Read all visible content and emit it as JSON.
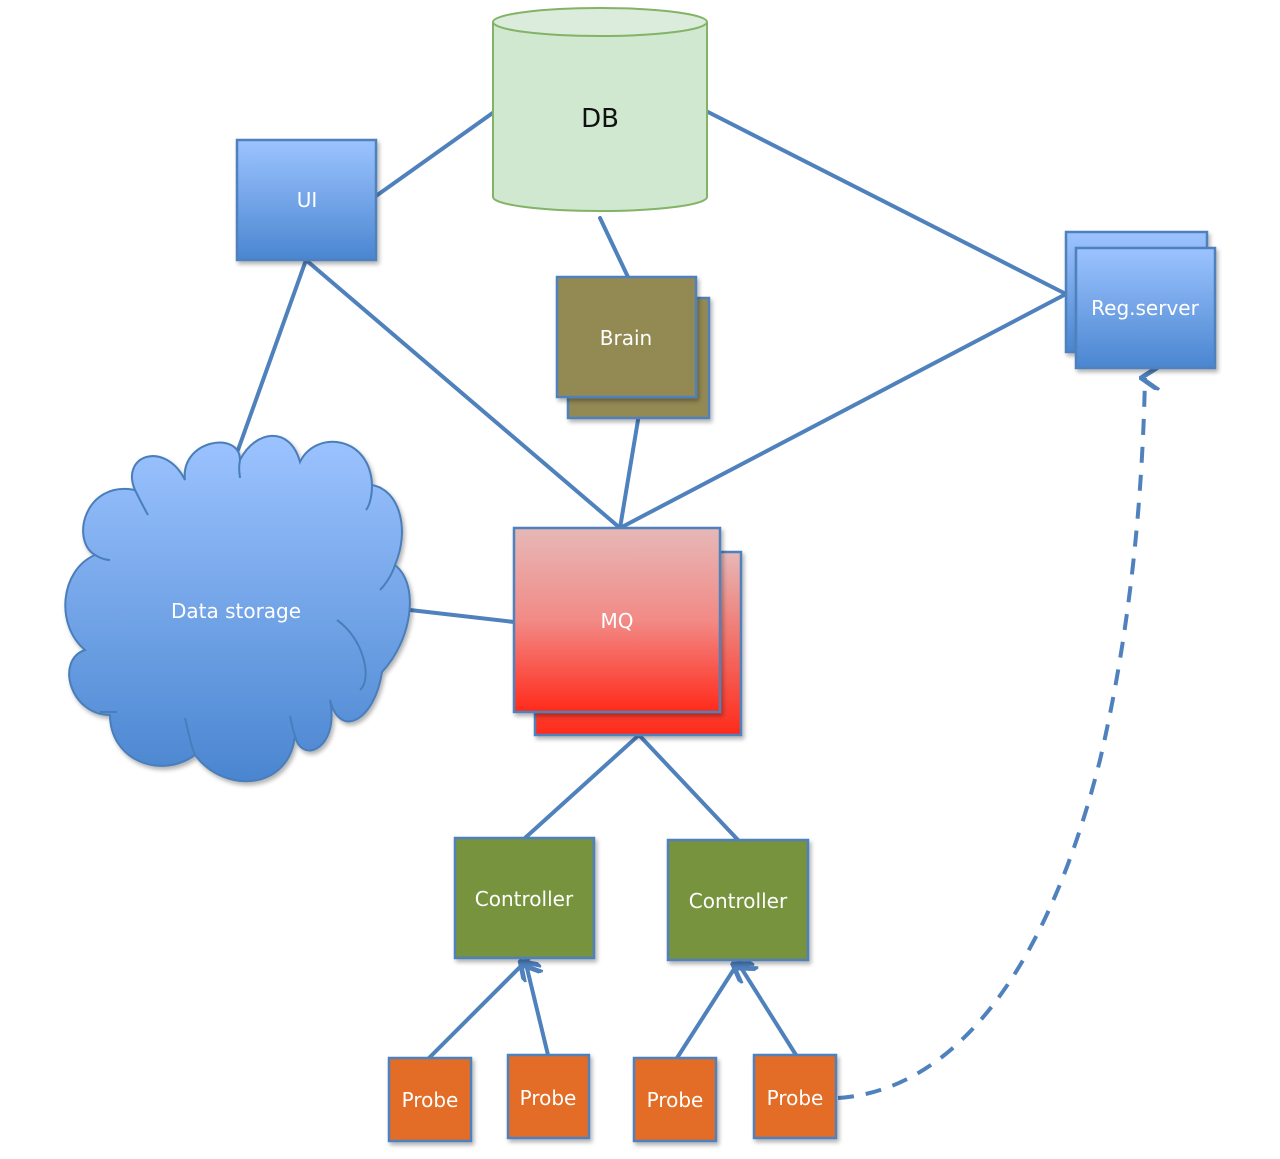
{
  "diagram": {
    "nodes": {
      "db": {
        "label": "DB",
        "shape": "cylinder",
        "fill": "#d0e8d0",
        "stroke": "#82b366"
      },
      "ui": {
        "label": "UI",
        "shape": "box",
        "fill_top": "#9cc3ff",
        "fill_bottom": "#4a86d0"
      },
      "brain": {
        "label": "Brain",
        "shape": "stacked-box",
        "fill": "#938953"
      },
      "reg_server": {
        "label": "Reg.server",
        "shape": "stacked-box",
        "fill_top": "#9cc3ff",
        "fill_bottom": "#4a86d0"
      },
      "data_storage": {
        "label": "Data storage",
        "shape": "cloud",
        "fill_top": "#9cc3ff",
        "fill_bottom": "#4a86d0"
      },
      "mq": {
        "label": "MQ",
        "shape": "stacked-box",
        "fill_top": "#e6b8b7",
        "fill_bottom": "#ff2a1a"
      },
      "controller_1": {
        "label": "Controller",
        "shape": "box",
        "fill": "#77933c"
      },
      "controller_2": {
        "label": "Controller",
        "shape": "box",
        "fill": "#77933c"
      },
      "probe_1": {
        "label": "Probe",
        "shape": "box",
        "fill": "#e36c25"
      },
      "probe_2": {
        "label": "Probe",
        "shape": "box",
        "fill": "#e36c25"
      },
      "probe_3": {
        "label": "Probe",
        "shape": "box",
        "fill": "#e36c25"
      },
      "probe_4": {
        "label": "Probe",
        "shape": "box",
        "fill": "#e36c25"
      }
    },
    "edges": [
      {
        "from": "ui",
        "to": "db",
        "style": "solid"
      },
      {
        "from": "db",
        "to": "reg_server",
        "style": "solid"
      },
      {
        "from": "db",
        "to": "brain",
        "style": "solid"
      },
      {
        "from": "ui",
        "to": "data_storage",
        "style": "solid"
      },
      {
        "from": "ui",
        "to": "mq",
        "style": "solid"
      },
      {
        "from": "brain",
        "to": "mq",
        "style": "solid"
      },
      {
        "from": "reg_server",
        "to": "mq",
        "style": "solid"
      },
      {
        "from": "data_storage",
        "to": "mq",
        "style": "solid"
      },
      {
        "from": "mq",
        "to": "controller_1",
        "style": "solid"
      },
      {
        "from": "mq",
        "to": "controller_2",
        "style": "solid"
      },
      {
        "from": "probe_1",
        "to": "controller_1",
        "style": "arrow"
      },
      {
        "from": "probe_2",
        "to": "controller_1",
        "style": "arrow"
      },
      {
        "from": "probe_3",
        "to": "controller_2",
        "style": "arrow"
      },
      {
        "from": "probe_4",
        "to": "controller_2",
        "style": "arrow"
      },
      {
        "from": "probe_4",
        "to": "reg_server",
        "style": "dashed-arrow"
      }
    ],
    "edge_color": "#4f81bd"
  }
}
